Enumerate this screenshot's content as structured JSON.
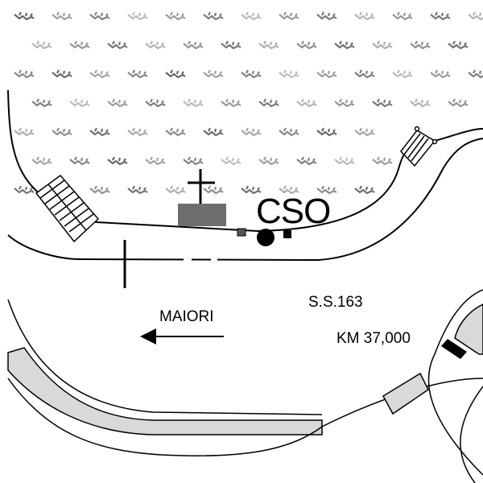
{
  "labels": {
    "site": "CSO",
    "road": "S.S.163",
    "km": "KM 37,000",
    "direction": "MAIORI"
  },
  "colors": {
    "vegetation": "#8a8a8a",
    "building": "#6e6e6e",
    "band": "#d9d9d9",
    "line": "#000000"
  }
}
